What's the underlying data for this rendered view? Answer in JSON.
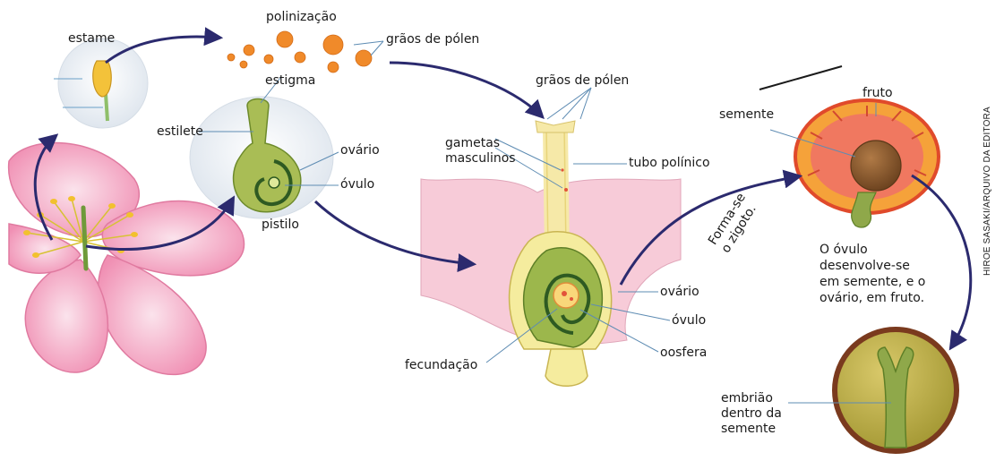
{
  "labels": {
    "estame": "estame",
    "polinizacao": "polinização",
    "graos_polen_top": "grãos de pólen",
    "estigma": "estigma",
    "estilete": "estilete",
    "ovario_left": "ovário",
    "ovulo_left": "óvulo",
    "pistilo": "pistilo",
    "graos_polen_mid": "grãos de pólen",
    "gametas_masculinos": "gametas\nmasculinos",
    "tubo_polinico": "tubo polínico",
    "ovario_mid": "ovário",
    "ovulo_mid": "óvulo",
    "oosfera": "oosfera",
    "fecundacao": "fecundação",
    "forma_zigoto": "Forma-se\no zigoto.",
    "fruto": "fruto",
    "semente": "semente",
    "ovulo_desenvolve": "O óvulo\ndesenvolve-se\nem semente, e o\novário, em fruto.",
    "embriao": "embrião\ndentro da\nsemente",
    "credit": "HIROE SASAKI/ARQUIVO DA EDITORA"
  },
  "colors": {
    "arrow": "#2b2a6e",
    "petal": "#f3a9c3",
    "petal_edge": "#e07aa0",
    "pistil_green": "#8fa84a",
    "pollen": "#f08a2a",
    "fruit_red": "#e43a2b",
    "fruit_orange": "#f5a23a",
    "seed_brown": "#8a5a2b",
    "seed_yellow": "#c9b84a"
  }
}
